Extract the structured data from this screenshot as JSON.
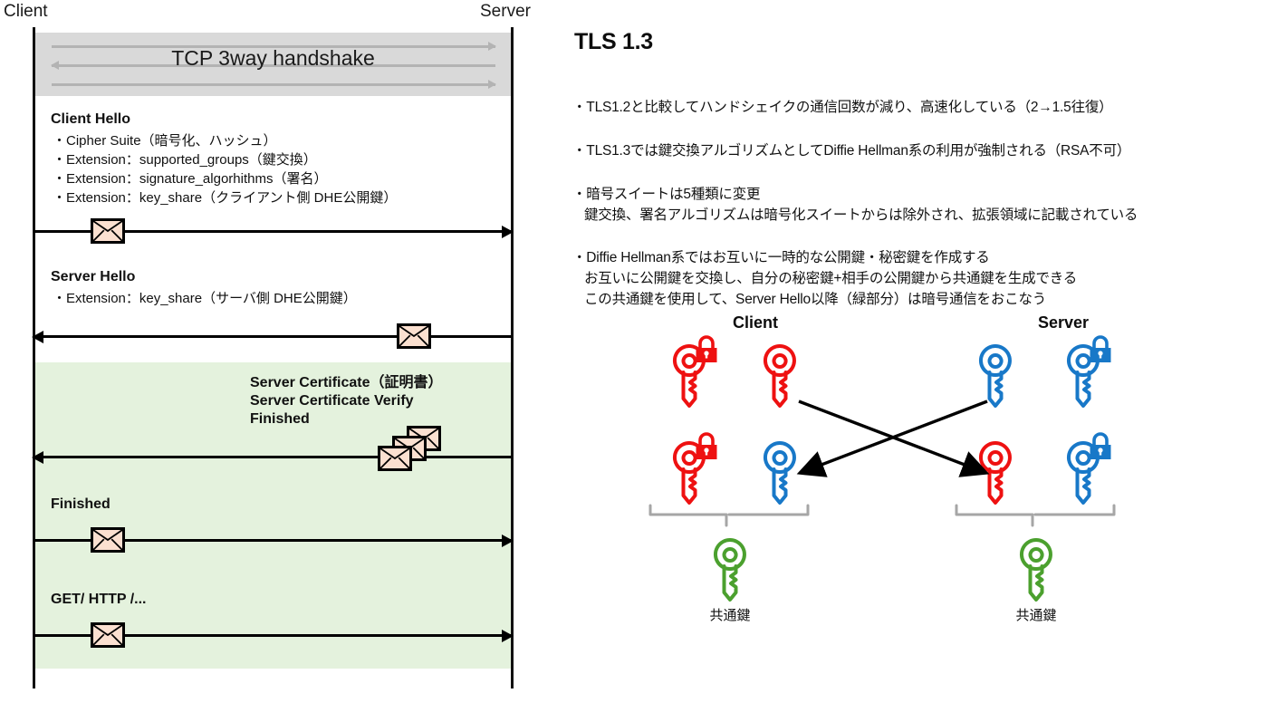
{
  "sequence": {
    "actor_client": "Client",
    "actor_server": "Server",
    "tcp_handshake": "TCP 3way handshake",
    "messages": [
      {
        "title": "Client Hello",
        "lines": [
          "・Cipher Suite（暗号化、ハッシュ）",
          "・Extension：supported_groups（鍵交換）",
          "・Extension：signature_algorhithms（署名）",
          "・Extension：key_share（クライアント側 DHE公開鍵）"
        ],
        "direction": "right"
      },
      {
        "title": "Server Hello",
        "lines": [
          "・Extension：key_share（サーバ側 DHE公開鍵）"
        ],
        "direction": "left"
      },
      {
        "title_lines": [
          "Server Certificate（証明書）",
          "Server Certificate Verify",
          "Finished"
        ],
        "lines": [],
        "direction": "left"
      },
      {
        "title": "Finished",
        "lines": [],
        "direction": "right"
      },
      {
        "title": "GET/ HTTP /...",
        "lines": [],
        "direction": "right"
      }
    ],
    "secure_region_color": "#e4f2dd",
    "tcp_box_color": "#d9d9d9",
    "envelope_color": "#fbe0d0"
  },
  "notes": {
    "heading": "TLS 1.3",
    "bullets": [
      {
        "main": "・TLS1.2と比較してハンドシェイクの通信回数が減り、高速化している（2→1.5往復）",
        "subs": []
      },
      {
        "main": "・TLS1.3では鍵交換アルゴリズムとしてDiffie Hellman系の利用が強制される（RSA不可）",
        "subs": []
      },
      {
        "main": "・暗号スイートは5種類に変更",
        "subs": [
          "鍵交換、署名アルゴリズムは暗号化スイートからは除外され、拡張領域に記載されている"
        ]
      },
      {
        "main": "・Diffie Hellman系ではお互いに一時的な公開鍵・秘密鍵を作成する",
        "subs": [
          "お互いに公開鍵を交換し、自分の秘密鍵+相手の公開鍵から共通鍵を生成できる",
          "この共通鍵を使用して、Server Hello以降（緑部分）は暗号通信をおこなう"
        ]
      }
    ]
  },
  "key_diagram": {
    "client_heading": "Client",
    "server_heading": "Server",
    "shared_key_label_client": "共通鍵",
    "shared_key_label_server": "共通鍵",
    "colors": {
      "red": "#ee1111",
      "blue": "#1878c8",
      "green": "#4ba02e",
      "brace": "#a6a6a6",
      "arrow": "#000000"
    },
    "keys": [
      {
        "side": "client",
        "row": 1,
        "col": 1,
        "color": "red",
        "locked": true
      },
      {
        "side": "client",
        "row": 1,
        "col": 2,
        "color": "red",
        "locked": false
      },
      {
        "side": "client",
        "row": 2,
        "col": 1,
        "color": "red",
        "locked": true
      },
      {
        "side": "client",
        "row": 2,
        "col": 2,
        "color": "blue",
        "locked": false
      },
      {
        "side": "server",
        "row": 1,
        "col": 1,
        "color": "blue",
        "locked": false
      },
      {
        "side": "server",
        "row": 1,
        "col": 2,
        "color": "blue",
        "locked": true
      },
      {
        "side": "server",
        "row": 2,
        "col": 1,
        "color": "red",
        "locked": false
      },
      {
        "side": "server",
        "row": 2,
        "col": 2,
        "color": "blue",
        "locked": true
      }
    ]
  }
}
